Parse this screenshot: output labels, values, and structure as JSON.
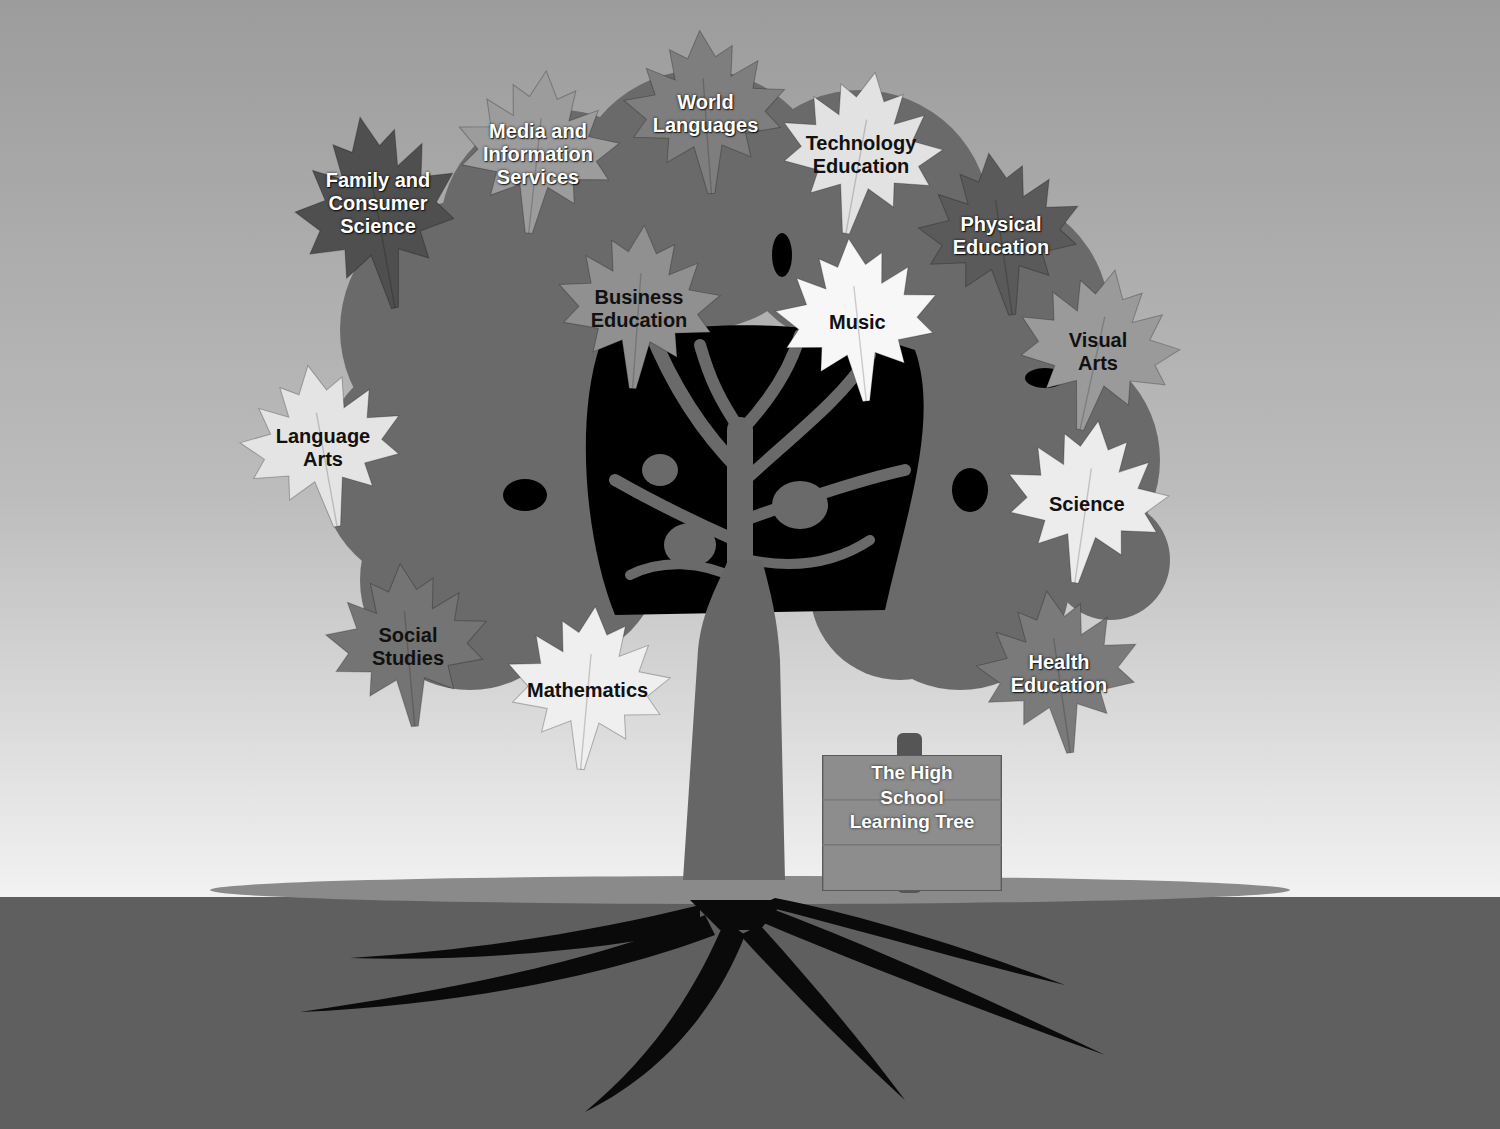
{
  "diagram": {
    "nodes": [
      {
        "text": [
          "Family and Consumer Science"
        ]
      },
      {
        "text": [
          "Media and Information Services"
        ]
      },
      {
        "text": [
          "World Languages"
        ]
      },
      {
        "text": [
          "Technology Education"
        ]
      },
      {
        "text": [
          "Physical Education"
        ]
      },
      {
        "text": [
          "Business Education"
        ]
      },
      {
        "text": [
          "Music"
        ]
      },
      {
        "text": [
          "Visual Arts"
        ]
      },
      {
        "text": [
          "Language Arts"
        ]
      },
      {
        "text": [
          "Science"
        ]
      },
      {
        "text": [
          "Social Studies"
        ]
      },
      {
        "text": [
          "Mathematics"
        ]
      },
      {
        "text": [
          "Health Education"
        ]
      },
      {
        "text": [
          "The High School Learning Tree"
        ]
      }
    ]
  }
}
